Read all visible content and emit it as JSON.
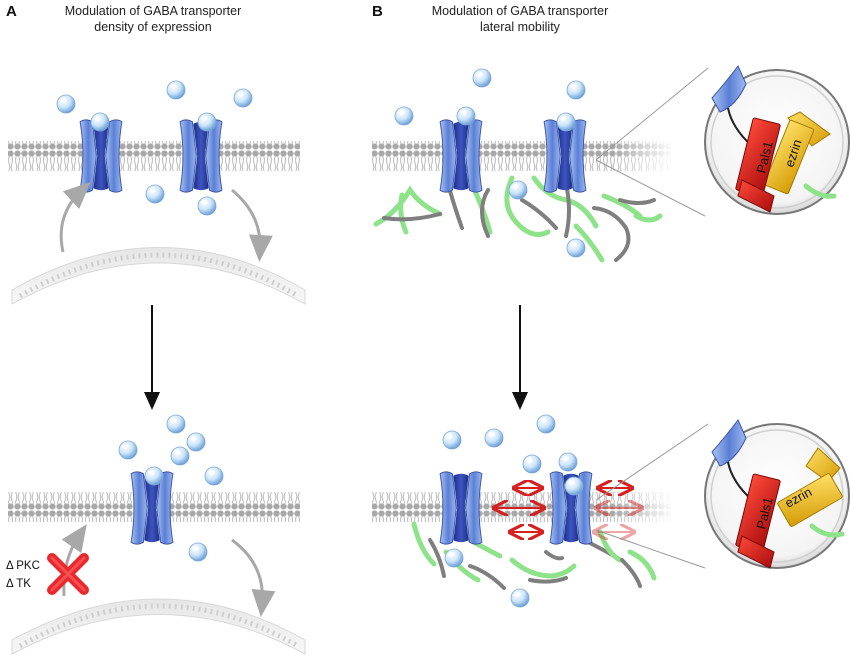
{
  "panel_a": {
    "letter": "A",
    "title_line1": "Modulation of GABA transporter",
    "title_line2": "density of expression",
    "delta_pkc": "Δ PKC",
    "delta_tk": "Δ TK"
  },
  "panel_b": {
    "letter": "B",
    "title_line1": "Modulation of GABA transporter",
    "title_line2": "lateral mobility",
    "pals1": "Pals1",
    "ezrin": "ezrin"
  },
  "colors": {
    "membrane": "#9a9a9a",
    "transporter": "#5b7fd6",
    "transporter_dark": "#2c3f9e",
    "gaba": "#cfe6fb",
    "actin_green": "#8ee28a",
    "actin_gray": "#7f7f7f",
    "pals1_red": "#d41414",
    "ezrin_yellow": "#f3c417",
    "arrow_red": "#d61f1f",
    "inhibit_x": "#e8282d"
  }
}
